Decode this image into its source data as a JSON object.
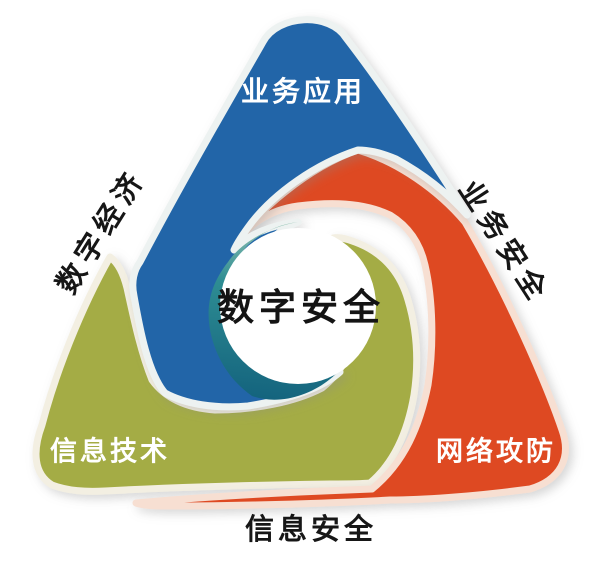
{
  "diagram": {
    "title": "数字安全",
    "blades": {
      "blue_label": "业务应用",
      "orange_label": "网络攻防",
      "green_label": "信息技术"
    },
    "edge_labels": {
      "left": "数字经济",
      "right": "业务安全",
      "bottom": "信息安全"
    },
    "colors": {
      "blue": "#2065A8",
      "orange": "#DE4A24",
      "green": "#A4AC45",
      "teal_tip": "#A7CDB9",
      "teal_mid": "#2E8D93",
      "teal_deep": "#14647E",
      "center_circle": "#FFFFFF",
      "background": "#FFFFFF",
      "text_dark": "#141414",
      "text_light": "#FFFFFF"
    }
  }
}
